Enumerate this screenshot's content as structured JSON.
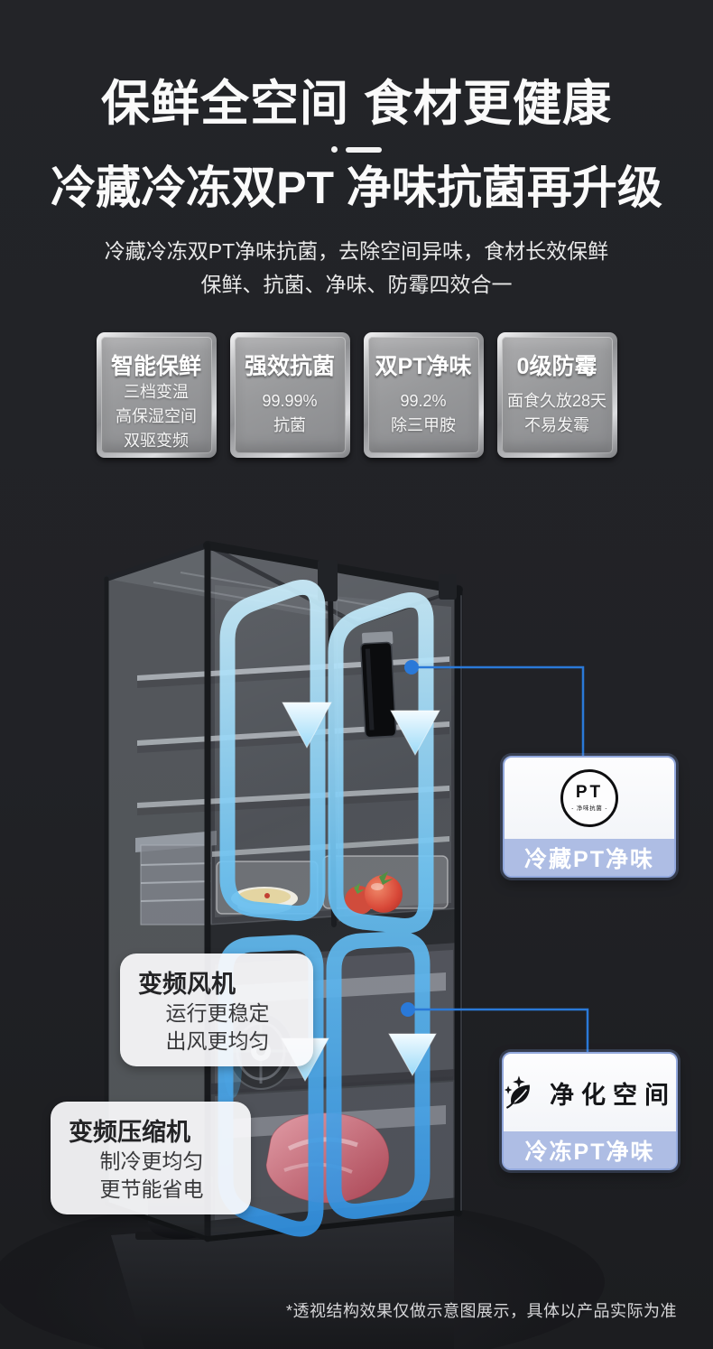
{
  "header": {
    "title": "保鲜全空间 食材更健康",
    "subtitle": "冷藏冷冻双PT 净味抗菌再升级",
    "desc_line1": "冷藏冷冻双PT净味抗菌，去除空间异味，食材长效保鲜",
    "desc_line2": "保鲜、抗菌、净味、防霉四效合一"
  },
  "feature_cards": [
    {
      "title": "智能保鲜",
      "lines": [
        "三档变温",
        "高保湿空间",
        "双驱变频"
      ]
    },
    {
      "title": "强效抗菌",
      "lines": [
        "99.99%",
        "抗菌"
      ]
    },
    {
      "title": "双PT净味",
      "lines": [
        "99.2%",
        "除三甲胺"
      ]
    },
    {
      "title": "0级防霉",
      "lines": [
        "面食久放28天",
        "不易发霉"
      ]
    }
  ],
  "callouts": {
    "fan": {
      "title": "变频风机",
      "lines": [
        "运行更稳定",
        "出风更均匀"
      ]
    },
    "compressor": {
      "title": "变频压缩机",
      "lines": [
        "制冷更均匀",
        "更节能省电"
      ]
    },
    "fridge_pt": {
      "label": "冷藏PT净味",
      "logo_text": "PT",
      "logo_sub": "- 净味抗菌 -"
    },
    "freezer_pt": {
      "label": "冷冻PT净味",
      "icon_label": "净化空间"
    }
  },
  "footnote": "*透视结构效果仅做示意图展示，具体以产品实际为准",
  "colors": {
    "background": "#212226",
    "accent_blue": "#2a79d8",
    "flow_blue": "#6cc3f3",
    "band_blue": "#aebde4",
    "card_silver": "#98999b"
  }
}
